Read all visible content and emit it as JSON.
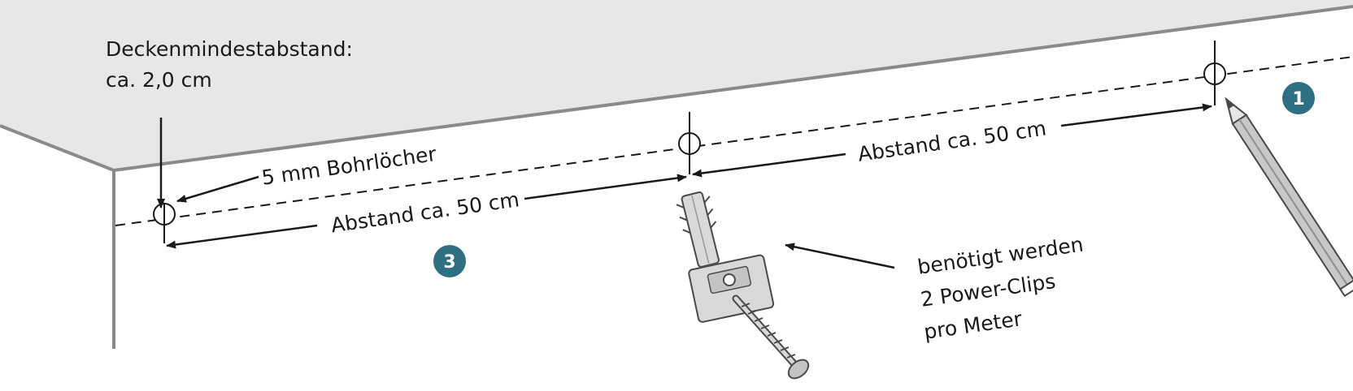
{
  "labels": {
    "ceiling_distance_line1": "Deckenmindestabstand:",
    "ceiling_distance_line2": "ca. 2,0 cm",
    "drill_holes": "5 mm Bohrlöcher",
    "spacing_left": "Abstand ca. 50 cm",
    "spacing_right": "Abstand ca. 50 cm",
    "needed_line1": "benötigt werden",
    "needed_line2": "2 Power-Clips",
    "needed_line3": "pro Meter"
  },
  "steps": {
    "step_1": "1",
    "step_3": "3"
  },
  "colors": {
    "ceiling": "#e7e7e8",
    "wall_edge": "#8a8a8a",
    "badge": "#2e7082",
    "line": "#1a1a1a",
    "plastic": "#d9d9d9"
  },
  "icons": {
    "pencil": "pencil-icon",
    "dowel": "wall-plug-icon",
    "screw": "screw-icon",
    "clip": "power-clip-icon"
  }
}
